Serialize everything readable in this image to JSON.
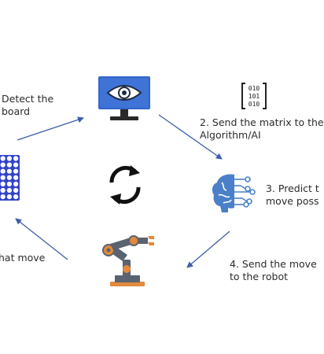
{
  "diagram": {
    "steps": {
      "detect": {
        "line1": "Detect the",
        "line2": "board"
      },
      "send_matrix": {
        "line1": "2. Send the matrix to the",
        "line2": "Algorithm/AI"
      },
      "predict": {
        "line1": "3. Predict t",
        "line2": "move poss"
      },
      "send_move": {
        "line1": "4. Send the move",
        "line2": "to the robot"
      },
      "make_move": {
        "line1": "hat move"
      }
    },
    "icons": [
      "monitor-eye-icon",
      "binary-matrix-icon",
      "ai-brain-icon",
      "robot-arm-icon",
      "game-board-icon",
      "cycle-icon"
    ],
    "colors": {
      "arrow": "#3d5ea8",
      "monitor": "#3366cc",
      "brain": "#4a80c8",
      "robot_gray": "#5a6370",
      "robot_orange": "#e38a3c",
      "board": "#3244c8"
    }
  }
}
